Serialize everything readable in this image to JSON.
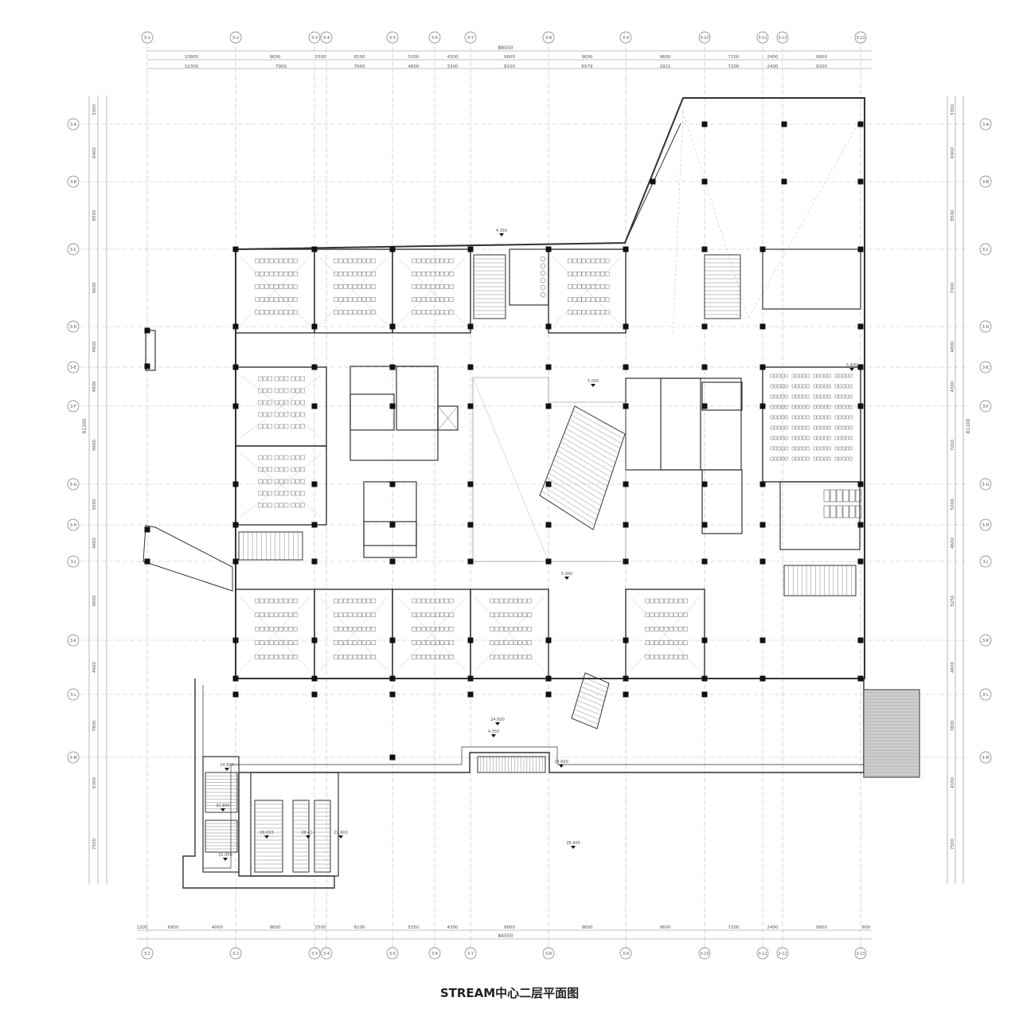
{
  "title": "STREAM中心二层平面图",
  "axes_vertical": [
    "3-1",
    "3-2",
    "3-3",
    "3-4",
    "3-5",
    "3-6",
    "3-7",
    "3-8",
    "3-9",
    "3-10",
    "3-11",
    "3-12",
    "3-13"
  ],
  "axes_horizontal": [
    "3-A",
    "3-B",
    "3-C",
    "3-D",
    "3-E",
    "3-F",
    "3-G",
    "3-H",
    "3-J",
    "3-K",
    "3-L",
    "3-M"
  ],
  "top_total": "88500",
  "top_dims": [
    "10800",
    "9600",
    "1500",
    "8100",
    "5300",
    "4300",
    "9600",
    "9600",
    "9600",
    "7200",
    "2400",
    "9600"
  ],
  "top_dims_2": [
    "10300",
    "7900",
    "7000",
    "4800",
    "3300",
    "8100",
    "6579",
    "2921",
    "7200",
    "2400",
    "9200"
  ],
  "bottom_total": "84500",
  "bottom_dims": [
    "1200",
    "6950",
    "4000",
    "9600",
    "2500",
    "8100",
    "5350",
    "4300",
    "9600",
    "9600",
    "9600",
    "7200",
    "2400",
    "9600",
    "600"
  ],
  "left_total": "81100",
  "left_dims": [
    "3300",
    "6900",
    "8500",
    "9600",
    "4800",
    "4800",
    "9600",
    "5000",
    "4600",
    "9600",
    "4600",
    "7800",
    "6300",
    "7500"
  ],
  "right_dims": [
    "3300",
    "6900",
    "8500",
    "7300",
    "4800",
    "4300",
    "7200",
    "5000",
    "4600",
    "5250",
    "4600",
    "7800",
    "4100",
    "7500"
  ],
  "elevations": [
    "4.350",
    "5.000",
    "5.400",
    "5.000",
    "24.600",
    "4.350",
    "24.600",
    "24.600",
    "32.800",
    "31.050",
    "26.033",
    "28.414",
    "29.600",
    "28.600"
  ],
  "colors": {
    "line": "#333333",
    "grid": "#bbbbbb",
    "hatch": "#888888"
  }
}
